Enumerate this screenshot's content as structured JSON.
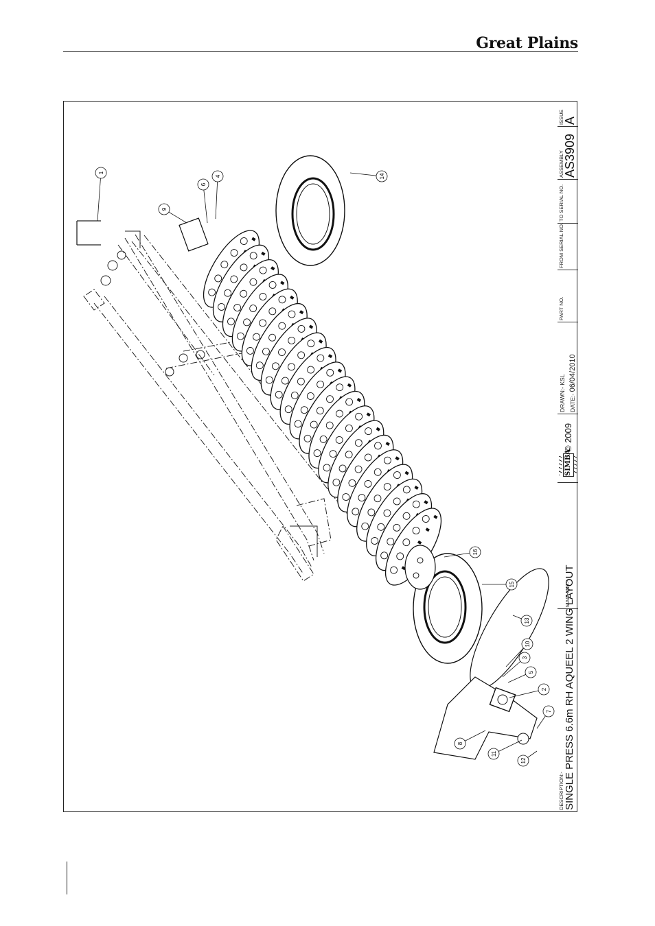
{
  "header": {
    "brand": "Great Plains"
  },
  "title_block": {
    "description_label": "DESCRIPTION:-",
    "description": "SINGLE PRESS 6.6m RH AQUEEL 2 WING LAYOUT",
    "machine_label": "MACHINE:-",
    "machine": "",
    "logo_text": "SIMBA",
    "copyright": "© 2009",
    "drawn_label": "DRAWN:-",
    "drawn": "KSL",
    "date_label": "DATE:-",
    "date": "06/04/2010",
    "part_no_label": "PART NO.",
    "from_serial_label": "FROM SERIAL NO.",
    "to_serial_label": "TO SERIAL NO.",
    "assembly_label": "ASSEMBLY",
    "assembly": "AS3909",
    "issue_label": "ISSUE",
    "issue": "A"
  },
  "balloons": [
    "1",
    "2",
    "3",
    "4",
    "5",
    "6",
    "7",
    "8",
    "9",
    "10",
    "11",
    "12",
    "13",
    "14",
    "15",
    "16"
  ],
  "colors": {
    "ink": "#111111",
    "line": "#222222",
    "paper": "#ffffff"
  }
}
